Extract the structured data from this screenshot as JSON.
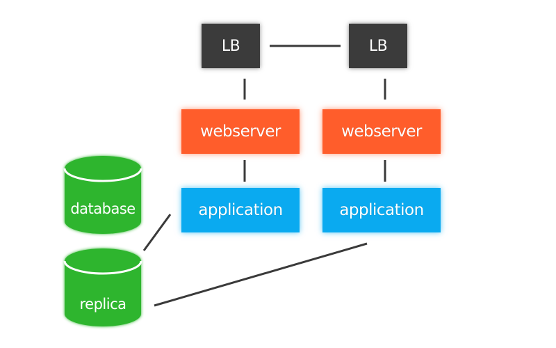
{
  "diagram": {
    "lb_left": "LB",
    "lb_right": "LB",
    "webserver_left": "webserver",
    "webserver_right": "webserver",
    "application_left": "application",
    "application_right": "application",
    "database": "database",
    "replica": "replica"
  },
  "colors": {
    "lb": "#3b3b3b",
    "webserver": "#ff5d2b",
    "application": "#0aaaf0",
    "database": "#2db52d",
    "connector": "#3a3a3a",
    "background": "#ffffff"
  }
}
